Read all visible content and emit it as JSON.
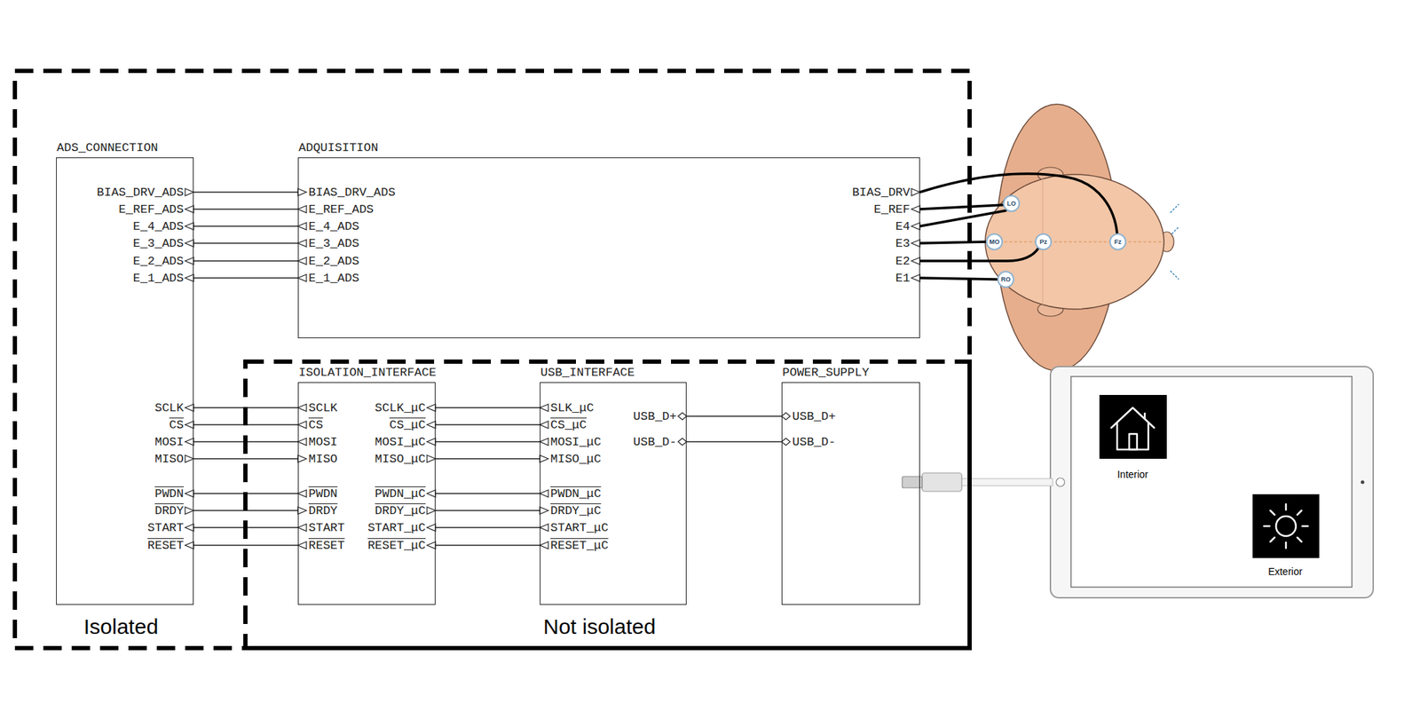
{
  "diagram": {
    "nodes": [
      {
        "text": [
          "Isolated"
        ]
      },
      {
        "text": [
          "ADS_CONNECTION"
        ],
        "in": 0
      },
      {
        "text": [
          "ADQUISITION"
        ],
        "in": 0
      },
      {
        "text": [
          "Not isolated"
        ],
        "in": 0
      },
      {
        "text": [
          "ISOLATION_INTERFACE"
        ],
        "in": 3
      },
      {
        "text": [
          "USB_INTERFACE"
        ],
        "in": 3
      },
      {
        "text": [
          "POWER_SUPPLY"
        ],
        "in": 3
      }
    ],
    "edges": [
      {
        "from": 1,
        "to": 2,
        "arrow": "none"
      },
      {
        "from": 1,
        "to": 2,
        "arrow": "none"
      },
      {
        "from": 1,
        "to": 2,
        "arrow": "none"
      },
      {
        "from": 1,
        "to": 2,
        "arrow": "none"
      },
      {
        "from": 1,
        "to": 2,
        "arrow": "none"
      },
      {
        "from": 1,
        "to": 2,
        "arrow": "none"
      },
      {
        "from": 1,
        "to": 4,
        "arrow": "none"
      },
      {
        "from": 1,
        "to": 4,
        "arrow": "none"
      },
      {
        "from": 1,
        "to": 4,
        "arrow": "none"
      },
      {
        "from": 1,
        "to": 4,
        "arrow": "none"
      },
      {
        "from": 1,
        "to": 4,
        "arrow": "none"
      },
      {
        "from": 1,
        "to": 4,
        "arrow": "none"
      },
      {
        "from": 1,
        "to": 4,
        "arrow": "none"
      },
      {
        "from": 1,
        "to": 4,
        "arrow": "none"
      },
      {
        "from": 4,
        "to": 5,
        "arrow": "none"
      },
      {
        "from": 4,
        "to": 5,
        "arrow": "none"
      },
      {
        "from": 4,
        "to": 5,
        "arrow": "none"
      },
      {
        "from": 4,
        "to": 5,
        "arrow": "none"
      },
      {
        "from": 4,
        "to": 5,
        "arrow": "none"
      },
      {
        "from": 4,
        "to": 5,
        "arrow": "none"
      },
      {
        "from": 4,
        "to": 5,
        "arrow": "none"
      },
      {
        "from": 4,
        "to": 5,
        "arrow": "none"
      },
      {
        "from": 5,
        "to": 6,
        "arrow": "none"
      },
      {
        "from": 5,
        "to": 6,
        "arrow": "none"
      }
    ],
    "labels": [
      "BIAS_DRV_ADS",
      "E_REF_ADS",
      "E_4_ADS",
      "E_3_ADS",
      "E_2_ADS",
      "E_1_ADS",
      "BIAS_DRV_ADS",
      "E_REF_ADS",
      "E_4_ADS",
      "E_3_ADS",
      "E_2_ADS",
      "E_1_ADS",
      "BIAS_DRV",
      "E_REF",
      "E4",
      "E3",
      "E2",
      "E1",
      "SCLK",
      "CS",
      "MOSI",
      "MISO",
      "PWDN",
      "DRDY",
      "START",
      "RESET",
      "SCLK",
      "CS",
      "MOSI",
      "MISO",
      "PWDN",
      "DRDY",
      "START",
      "RESET",
      "SCLK_μC",
      "CS_μC",
      "MOSI_μC",
      "MISO_μC",
      "PWDN_μC",
      "DRDY_μC",
      "START_μC",
      "RESET_μC",
      "SLK_μC",
      "CS_μC",
      "MOSI_μC",
      "MISO_μC",
      "PWDN_μC",
      "DRDY_μC",
      "START_μC",
      "RESET_μC",
      "USB_D+",
      "USB_D-",
      "USB_D+",
      "USB_D-",
      "LO",
      "MO",
      "Pz",
      "Fz",
      "RO",
      "Interior",
      "Exterior"
    ]
  }
}
